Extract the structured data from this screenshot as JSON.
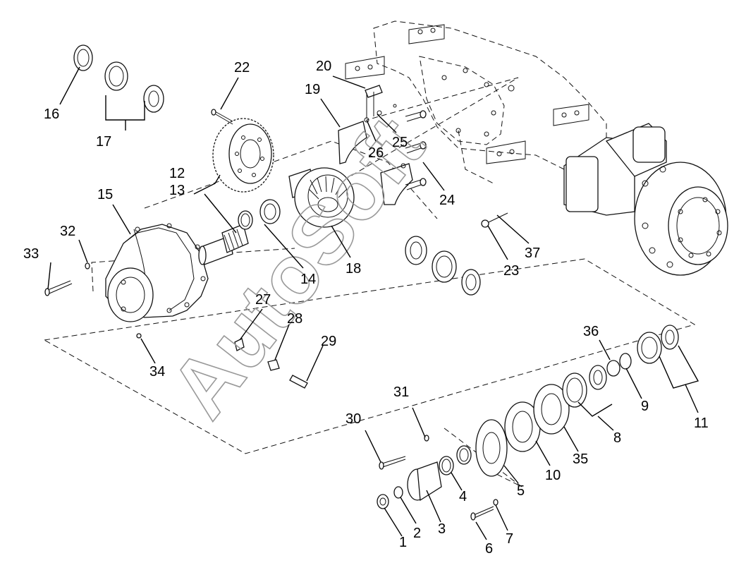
{
  "watermark": "AutoSoft",
  "callouts": [
    {
      "id": "c1",
      "text": "1"
    },
    {
      "id": "c2",
      "text": "2"
    },
    {
      "id": "c3",
      "text": "3"
    },
    {
      "id": "c4",
      "text": "4"
    },
    {
      "id": "c5",
      "text": "5"
    },
    {
      "id": "c6",
      "text": "6"
    },
    {
      "id": "c7",
      "text": "7"
    },
    {
      "id": "c8",
      "text": "8"
    },
    {
      "id": "c9",
      "text": "9"
    },
    {
      "id": "c10",
      "text": "10"
    },
    {
      "id": "c11",
      "text": "11"
    },
    {
      "id": "c12",
      "text": "12"
    },
    {
      "id": "c13",
      "text": "13"
    },
    {
      "id": "c14",
      "text": "14"
    },
    {
      "id": "c15",
      "text": "15"
    },
    {
      "id": "c16",
      "text": "16"
    },
    {
      "id": "c17",
      "text": "17"
    },
    {
      "id": "c18",
      "text": "18"
    },
    {
      "id": "c19",
      "text": "19"
    },
    {
      "id": "c20",
      "text": "20"
    },
    {
      "id": "c22",
      "text": "22"
    },
    {
      "id": "c23",
      "text": "23"
    },
    {
      "id": "c24",
      "text": "24"
    },
    {
      "id": "c25",
      "text": "25"
    },
    {
      "id": "c26",
      "text": "26"
    },
    {
      "id": "c27",
      "text": "27"
    },
    {
      "id": "c28",
      "text": "28"
    },
    {
      "id": "c29",
      "text": "29"
    },
    {
      "id": "c30",
      "text": "30"
    },
    {
      "id": "c31",
      "text": "31"
    },
    {
      "id": "c32",
      "text": "32"
    },
    {
      "id": "c33",
      "text": "33"
    },
    {
      "id": "c34",
      "text": "34"
    },
    {
      "id": "c35",
      "text": "35"
    },
    {
      "id": "c36",
      "text": "36"
    },
    {
      "id": "c37",
      "text": "37"
    }
  ]
}
